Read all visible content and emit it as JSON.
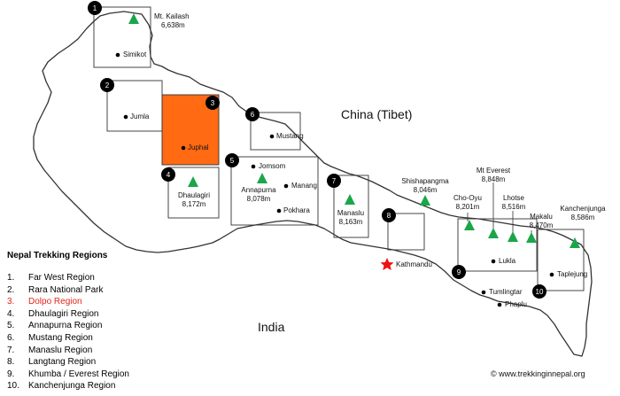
{
  "map": {
    "country_labels": {
      "china": "China (Tibet)",
      "india": "India"
    },
    "highlight_color": "#ff6a13",
    "peak_color": "#1aa64a",
    "capital_color": "#ee1111",
    "region_numbers": [
      "1",
      "2",
      "3",
      "4",
      "5",
      "6",
      "7",
      "8",
      "9",
      "10"
    ],
    "peaks": [
      {
        "name": "Mt. Kailash",
        "height": "6,638m"
      },
      {
        "name": "Dhaulagiri",
        "height": "8,172m"
      },
      {
        "name": "Annapurna",
        "height": "8,078m"
      },
      {
        "name": "Manaslu",
        "height": "8,163m"
      },
      {
        "name": "Shishapangma",
        "height": "8,046m"
      },
      {
        "name": "Cho-Oyu",
        "height": "8,201m"
      },
      {
        "name": "Mt Everest",
        "height": "8,848m"
      },
      {
        "name": "Lhotse",
        "height": "8,516m"
      },
      {
        "name": "Makalu",
        "height": "8,470m"
      },
      {
        "name": "Kanchenjunga",
        "height": "8,586m"
      }
    ],
    "towns": {
      "simikot": "Simikot",
      "jumla": "Jumla",
      "juphal": "Juphal",
      "mustang": "Mustang",
      "jomsom": "Jomsom",
      "manang": "Manang",
      "pokhara": "Pokhara",
      "kathmandu": "Kathmandu",
      "lukla": "Lukla",
      "tumlingtar": "Tumlingtar",
      "phaplu": "Phaplu",
      "taplejung": "Taplejung"
    }
  },
  "legend": {
    "title": "Nepal Trekking Regions",
    "highlight_color": "#e3261b",
    "items": [
      {
        "num": "1.",
        "label": "Far West Region"
      },
      {
        "num": "2.",
        "label": "Rara National Park"
      },
      {
        "num": "3.",
        "label": "Dolpo Region"
      },
      {
        "num": "4.",
        "label": "Dhaulagiri Region"
      },
      {
        "num": "5.",
        "label": "Annapurna Region"
      },
      {
        "num": "6.",
        "label": "Mustang Region"
      },
      {
        "num": "7.",
        "label": "Manaslu Region"
      },
      {
        "num": "8.",
        "label": "Langtang Region"
      },
      {
        "num": "9.",
        "label": "Khumba / Everest Region"
      },
      {
        "num": "10.",
        "label": "Kanchenjunga Region"
      }
    ]
  },
  "credit": "© www.trekkinginnepal.org"
}
